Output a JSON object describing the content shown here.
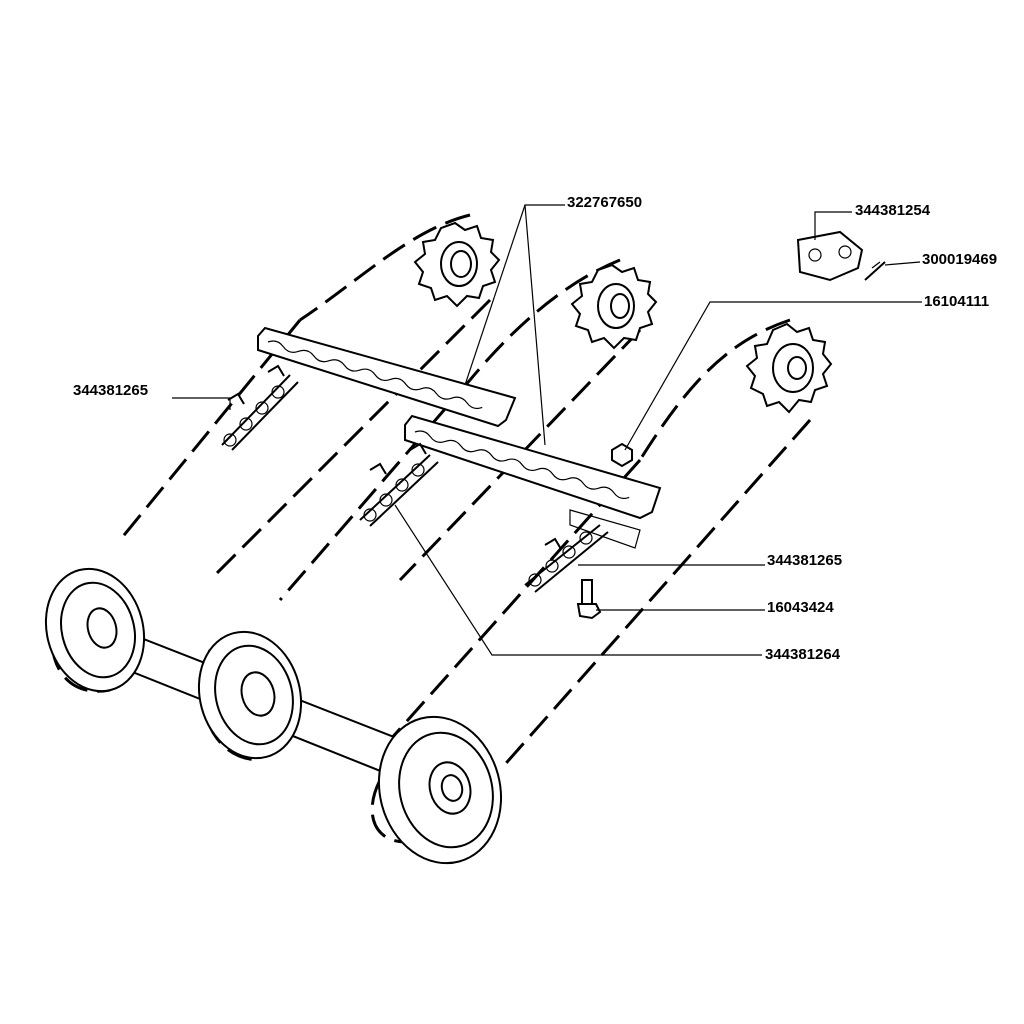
{
  "labels": {
    "l322767650": "322767650",
    "l344381254": "344381254",
    "l300019469": "300019469",
    "l16104111": "16104111",
    "l344381265_left": "344381265",
    "l344381265_right": "344381265",
    "l16043424": "16043424",
    "l344381264": "344381264"
  }
}
